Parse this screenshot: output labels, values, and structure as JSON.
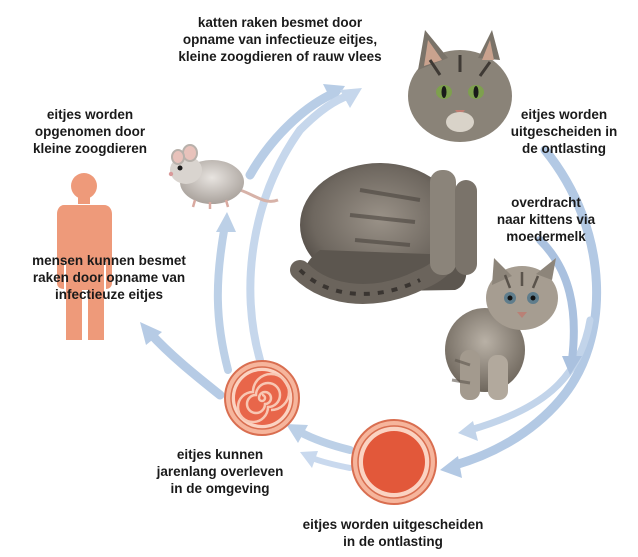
{
  "labels": {
    "cats_infected": "katten raken besmet door\nopname van infectieuze eitjes,\nkleine zoogdieren of rauw vlees",
    "eggs_excreted_right": "eitjes worden\nuitgescheiden in\nde ontlasting",
    "transfer_kittens": "overdracht\nnaar kittens via\nmoedermelk",
    "eggs_small_mammals": "eitjes worden\nopgenomen door\nkleine zoogdieren",
    "humans_infected": "mensen kunnen besmet\nraken door opname van\ninfectieuze eitjes",
    "eggs_survive": "eitjes kunnen\njarenlang overleven\nin de omgeving",
    "eggs_excreted_bottom": "eitjes worden uitgescheiden\nin de ontlasting"
  },
  "colors": {
    "arrow": "#a9c3e0",
    "egg_outer": "#f3a58c",
    "egg_inner": "#e2583a",
    "human": "#ee9a7a"
  },
  "icons": [
    "cat-icon",
    "kitten-icon",
    "mouse-icon",
    "human-silhouette-icon",
    "egg-icon"
  ]
}
